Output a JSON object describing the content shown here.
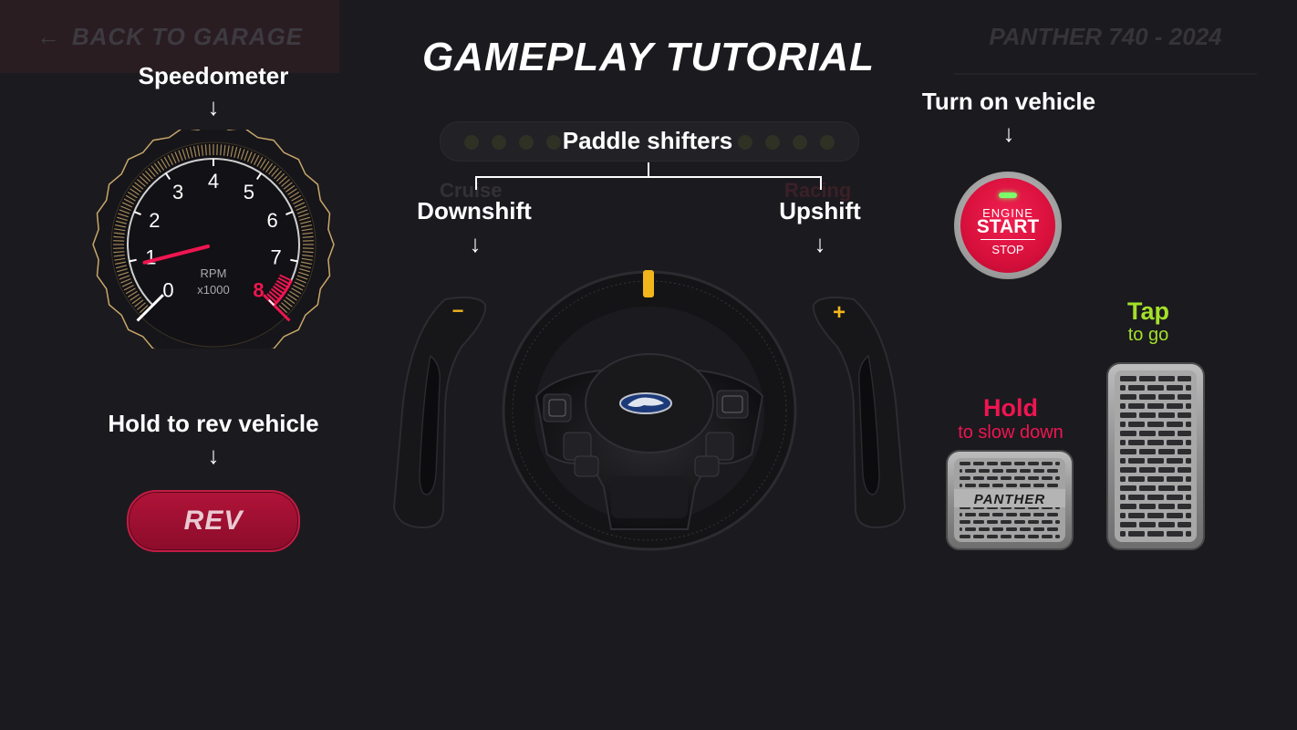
{
  "topbar": {
    "back_label": "BACK TO GARAGE",
    "back_icon": "arrow-left-icon",
    "car_name": "PANTHER 740 - 2024"
  },
  "title": "GAMEPLAY TUTORIAL",
  "arrow_glyph": "↓",
  "background_hints": {
    "cruise": "Cruise",
    "right": "Racing"
  },
  "speedometer": {
    "label": "Speedometer",
    "unit_line1": "RPM",
    "unit_line2": "x1000",
    "ticks": [
      "0",
      "1",
      "2",
      "3",
      "4",
      "5",
      "6",
      "7",
      "8"
    ],
    "redline_from": 8,
    "needle_value": 0.9
  },
  "rev": {
    "label": "Hold to rev vehicle",
    "button": "REV"
  },
  "paddles": {
    "group_label": "Paddle shifters",
    "left_label": "Downshift",
    "right_label": "Upshift",
    "left_symbol": "−",
    "right_symbol": "+"
  },
  "steering": {
    "logo_icon": "panther-logo-icon"
  },
  "engine": {
    "label": "Turn on vehicle",
    "line1": "ENGINE",
    "line2": "START",
    "line3": "STOP"
  },
  "brake": {
    "title": "Hold",
    "subtitle": "to slow down",
    "brand": "PANTHER"
  },
  "gas": {
    "title": "Tap",
    "subtitle": "to go"
  },
  "colors": {
    "background": "#1b1a1f",
    "accent_red": "#ef1550",
    "accent_green": "#a4e02a",
    "gauge_gold": "#c9a86a",
    "paddle_yellow": "#f2b51c"
  }
}
